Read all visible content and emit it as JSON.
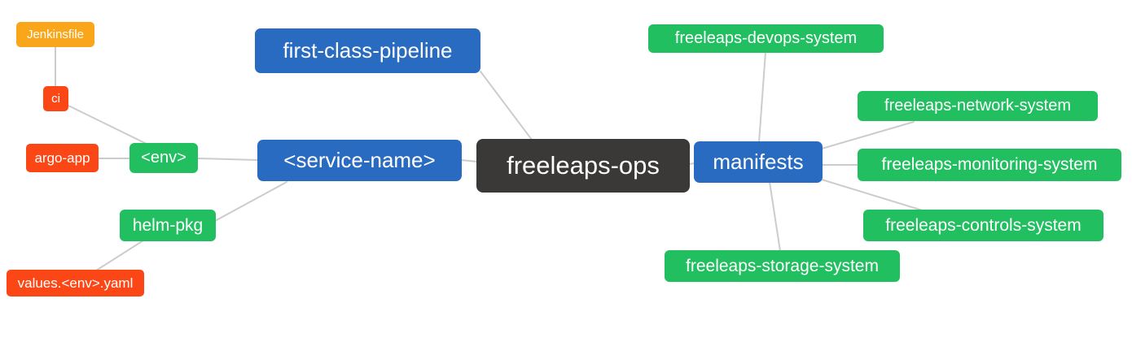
{
  "palette": {
    "blue": "#2A6BC2",
    "green": "#22BF61",
    "red": "#FB4616",
    "amber": "#F9A61B",
    "dark": "#3B3838",
    "edge": "#CCCCCC",
    "background": "#FFFFFF",
    "node_text": "#FFFFFF"
  },
  "nodes": {
    "jenkinsfile": {
      "label": "Jenkinsfile",
      "color": "amber"
    },
    "ci": {
      "label": "ci",
      "color": "red"
    },
    "argo_app": {
      "label": "argo-app",
      "color": "red"
    },
    "env": {
      "label": "<env>",
      "color": "green"
    },
    "helm_pkg": {
      "label": "helm-pkg",
      "color": "green"
    },
    "values_env_yaml": {
      "label": "values.<env>.yaml",
      "color": "red"
    },
    "first_class_pipeline": {
      "label": "first-class-pipeline",
      "color": "blue"
    },
    "service_name": {
      "label": "<service-name>",
      "color": "blue"
    },
    "freeleaps_ops": {
      "label": "freeleaps-ops",
      "color": "dark"
    },
    "manifests": {
      "label": "manifests",
      "color": "blue"
    },
    "devops_system": {
      "label": "freeleaps-devops-system",
      "color": "green"
    },
    "network_system": {
      "label": "freeleaps-network-system",
      "color": "green"
    },
    "monitoring_system": {
      "label": "freeleaps-monitoring-system",
      "color": "green"
    },
    "controls_system": {
      "label": "freeleaps-controls-system",
      "color": "green"
    },
    "storage_system": {
      "label": "freeleaps-storage-system",
      "color": "green"
    }
  },
  "edges": [
    {
      "from": "jenkinsfile",
      "to": "ci"
    },
    {
      "from": "ci",
      "to": "env"
    },
    {
      "from": "argo_app",
      "to": "env"
    },
    {
      "from": "env",
      "to": "service_name"
    },
    {
      "from": "helm_pkg",
      "to": "service_name"
    },
    {
      "from": "values_env_yaml",
      "to": "helm_pkg"
    },
    {
      "from": "first_class_pipeline",
      "to": "freeleaps_ops"
    },
    {
      "from": "service_name",
      "to": "freeleaps_ops"
    },
    {
      "from": "freeleaps_ops",
      "to": "manifests"
    },
    {
      "from": "manifests",
      "to": "devops_system"
    },
    {
      "from": "manifests",
      "to": "network_system"
    },
    {
      "from": "manifests",
      "to": "monitoring_system"
    },
    {
      "from": "manifests",
      "to": "controls_system"
    },
    {
      "from": "manifests",
      "to": "storage_system"
    }
  ]
}
